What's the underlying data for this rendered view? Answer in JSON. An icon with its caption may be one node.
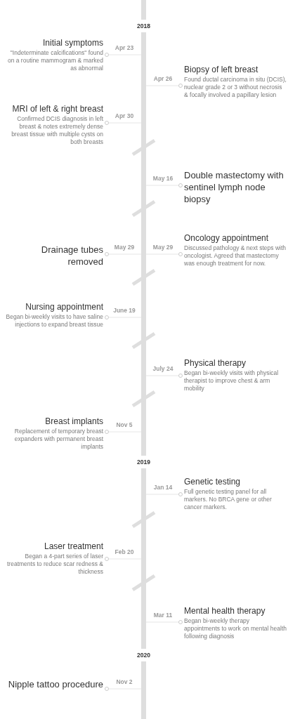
{
  "diagram": {
    "nodes": [
      {
        "text": [],
        "shape": "bar"
      },
      {
        "text": [
          "Initial symptoms",
          "\"Indeterminate calcifications\" found on a routine mammogram & marked as abnormal"
        ]
      },
      {
        "text": [
          "Biopsy of left breast",
          "Found ductal carcinoma in situ (DCIS), nuclear grade 2 or 3 without necrosis & focally involved a papillary lesion"
        ]
      },
      {
        "text": [
          "MRI of left & right breast",
          "Confirmed DCIS diagnosis in left breast & notes extremely dense breast tissue with multiple cysts on both breasts"
        ]
      },
      {
        "text": [
          "Double mastectomy with sentinel lymph node biopsy"
        ]
      },
      {
        "text": [
          "Drainage tubes removed"
        ]
      },
      {
        "text": [
          "Oncology appointment",
          "Discussed pathology & next steps with oncologist.  Agreed that mastectomy was enough treatment for now."
        ]
      },
      {
        "text": [
          "Nursing appointment",
          "Began bi-weekly visits to have saline injections to expand breast tissue"
        ]
      },
      {
        "text": [
          "Physical therapy",
          "Began bi-weekly visits with physical therapist to improve chest & arm mobility"
        ]
      },
      {
        "text": [
          "Breast implants",
          "Replacement of temporary breast expanders with permanent breast implants"
        ]
      },
      {
        "text": [
          "Genetic testing",
          "Full genetic testing panel for all markers. No BRCA gene or other cancer markers."
        ]
      },
      {
        "text": [
          "Laser treatment",
          "Began a 4-part series of laser treatments to reduce scar redness & thickness"
        ]
      },
      {
        "text": [
          "Mental health therapy",
          "Began bi-weekly therapy appointments to work on mental health following diagnosis"
        ]
      },
      {
        "text": [
          "Nipple tattoo procedure"
        ]
      }
    ],
    "edges": [
      {
        "from": 1,
        "to": 0,
        "arrow": "other",
        "label": "Apr 23"
      },
      {
        "from": 2,
        "to": 0,
        "arrow": "other",
        "label": "Apr 26"
      },
      {
        "from": 3,
        "to": 0,
        "arrow": "other",
        "label": "Apr 30"
      },
      {
        "from": 4,
        "to": 0,
        "arrow": "other",
        "label": "May 16"
      },
      {
        "from": 5,
        "to": 0,
        "arrow": "other",
        "label": "May 29"
      },
      {
        "from": 6,
        "to": 0,
        "arrow": "other",
        "label": "May 29"
      },
      {
        "from": 7,
        "to": 0,
        "arrow": "other",
        "label": "June 19"
      },
      {
        "from": 8,
        "to": 0,
        "arrow": "other",
        "label": "July 24"
      },
      {
        "from": 9,
        "to": 0,
        "arrow": "other",
        "label": "Nov 5"
      },
      {
        "from": 10,
        "to": 0,
        "arrow": "other",
        "label": "Jan 14"
      },
      {
        "from": 11,
        "to": 0,
        "arrow": "other",
        "label": "Feb 20"
      },
      {
        "from": 12,
        "to": 0,
        "arrow": "other",
        "label": "Mar 11"
      },
      {
        "from": 13,
        "to": 0,
        "arrow": "other",
        "label": "Nov 2"
      }
    ],
    "labels": [
      "2018",
      "2019",
      "2020"
    ]
  }
}
